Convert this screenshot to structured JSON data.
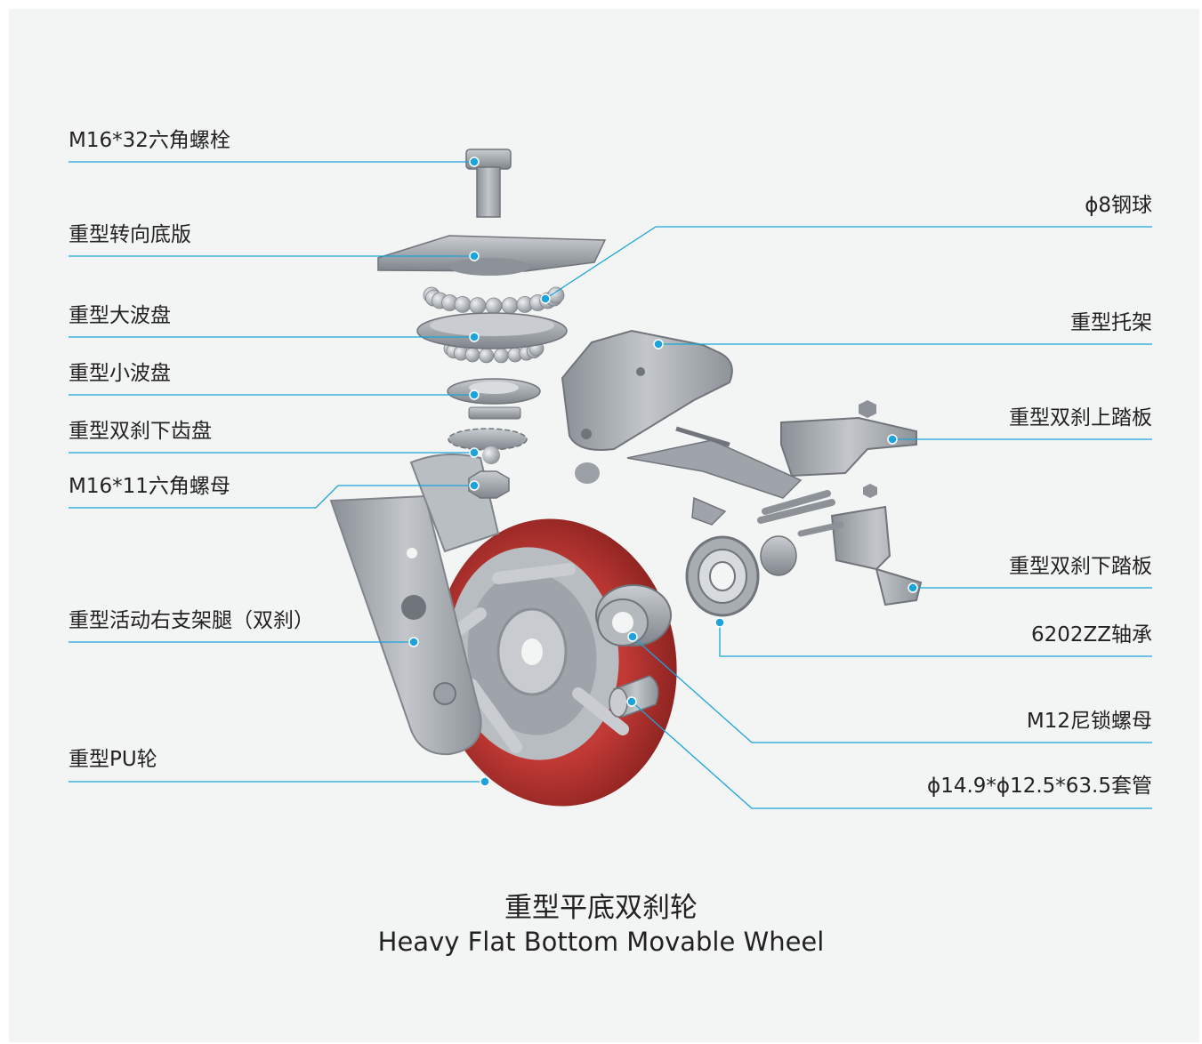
{
  "colors": {
    "background": "#f3f4f4",
    "leader_line": "#1aa3dc",
    "leader_dot": "#1aa3dc",
    "text": "#222222",
    "wheel_tread": "#b5322f",
    "metal": "#a9aeb3"
  },
  "labels_left": [
    {
      "id": "bolt",
      "text": "M16*32六角螺栓"
    },
    {
      "id": "top-plate",
      "text": "重型转向底版"
    },
    {
      "id": "large-race",
      "text": "重型大波盘"
    },
    {
      "id": "small-race",
      "text": "重型小波盘"
    },
    {
      "id": "lower-gear",
      "text": "重型双刹下齿盘"
    },
    {
      "id": "hex-nut",
      "text": "M16*11六角螺母"
    },
    {
      "id": "support-leg",
      "text": "重型活动右支架腿（双刹）"
    },
    {
      "id": "pu-wheel",
      "text": "重型PU轮"
    }
  ],
  "labels_right": [
    {
      "id": "steel-ball",
      "text": "ϕ8钢球"
    },
    {
      "id": "bracket",
      "text": "重型托架"
    },
    {
      "id": "upper-pedal",
      "text": "重型双刹上踏板"
    },
    {
      "id": "lower-pedal",
      "text": "重型双刹下踏板"
    },
    {
      "id": "bearing",
      "text": "6202ZZ轴承"
    },
    {
      "id": "nylock-nut",
      "text": "M12尼锁螺母"
    },
    {
      "id": "sleeve",
      "text": "ϕ14.9*ϕ12.5*63.5套管"
    }
  ],
  "caption": {
    "title_zh": "重型平底双刹轮",
    "title_en": "Heavy Flat Bottom Movable Wheel"
  }
}
